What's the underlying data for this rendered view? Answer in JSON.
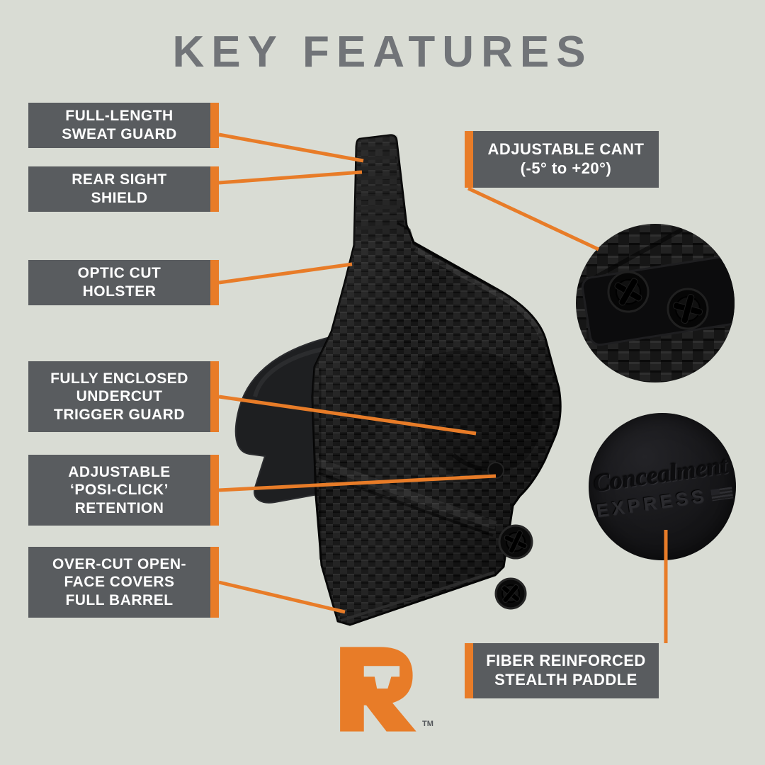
{
  "page": {
    "title": "KEY FEATURES"
  },
  "colors": {
    "background": "#d9dcd4",
    "box": "#595c5f",
    "accent": "#e87c28",
    "title": "#717478"
  },
  "features_left": [
    {
      "label": "FULL-LENGTH\nSWEAT GUARD"
    },
    {
      "label": "REAR SIGHT\nSHIELD"
    },
    {
      "label": "OPTIC CUT\nHOLSTER"
    },
    {
      "label": "FULLY ENCLOSED\nUNDERCUT\nTRIGGER GUARD"
    },
    {
      "label": "ADJUSTABLE\n‘POSI-CLICK’\nRETENTION"
    },
    {
      "label": "OVER-CUT OPEN-\nFACE COVERS\nFULL BARREL"
    }
  ],
  "features_right": [
    {
      "label": "ADJUSTABLE CANT\n(-5° to +20°)"
    },
    {
      "label": "FIBER REINFORCED\nSTEALTH PADDLE"
    }
  ],
  "inset_logo": {
    "line1": "Concealment",
    "line2": "EXPRESS"
  },
  "brand": {
    "letter": "R",
    "tm": "TM"
  }
}
